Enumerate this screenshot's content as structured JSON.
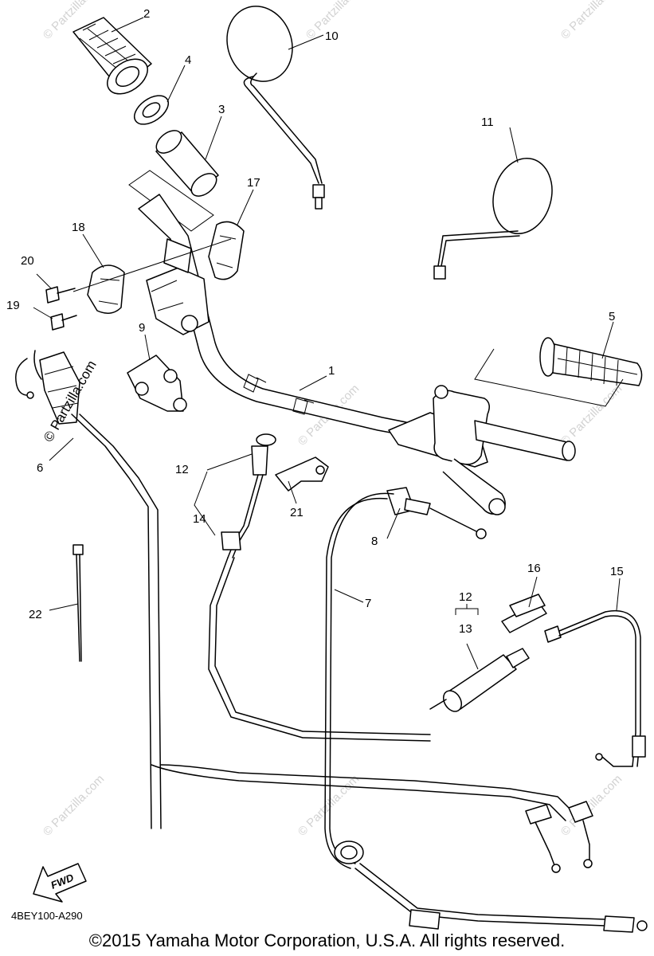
{
  "callouts": {
    "c1": "1",
    "c2": "2",
    "c3": "3",
    "c4": "4",
    "c5": "5",
    "c6": "6",
    "c7": "7",
    "c8": "8",
    "c9": "9",
    "c10": "10",
    "c11": "11",
    "c12a": "12",
    "c12b": "12",
    "c13": "13",
    "c14": "14",
    "c15": "15",
    "c16": "16",
    "c17": "17",
    "c18": "18",
    "c19": "19",
    "c20": "20",
    "c21": "21",
    "c22": "22"
  },
  "fwd_label": "FWD",
  "diagram_code": "4BEY100-A290",
  "watermark_text": "© Partzilla.com",
  "copyright": "©2015 Yamaha Motor Corporation, U.S.A. All rights reserved."
}
